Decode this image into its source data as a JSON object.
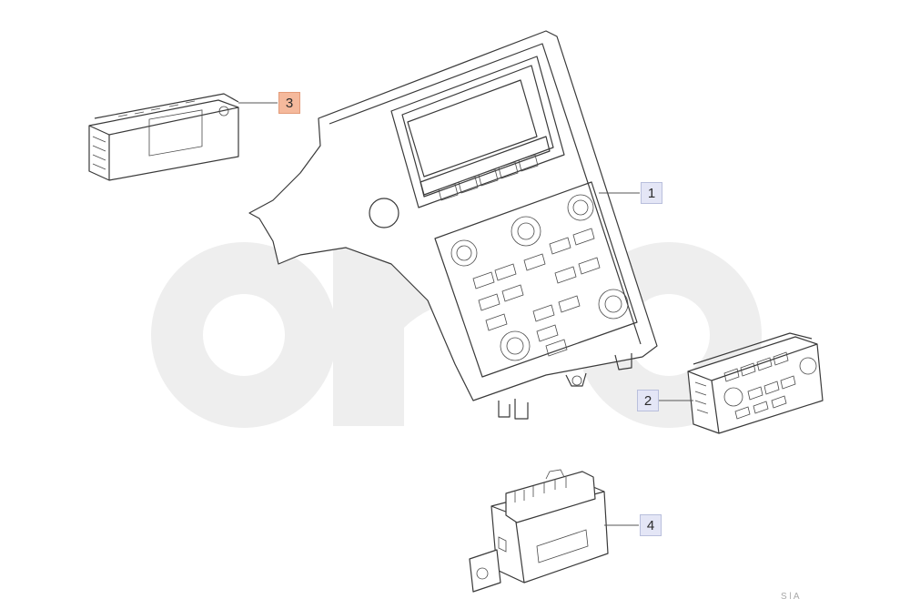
{
  "callouts": {
    "c1": "1",
    "c2": "2",
    "c3": "3",
    "c4": "4"
  },
  "watermark": {
    "color": "#eeeeee"
  },
  "highlight_color": "#f5b99c",
  "callout_color": "#e4e6f6",
  "corner_note": "S  l  A"
}
